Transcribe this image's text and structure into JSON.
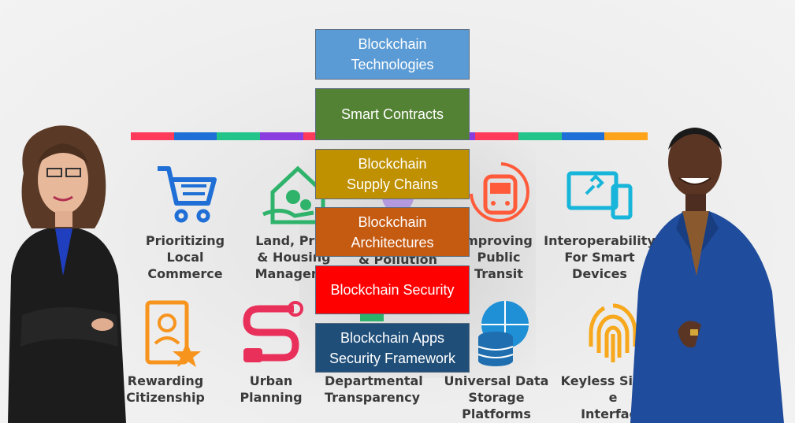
{
  "stripe_colors": [
    "#ff3b5c",
    "#1f6fd6",
    "#22c48a",
    "#8a3ee0",
    "#ff3b5c",
    "#1f6fd6",
    "#22c48a",
    "#8a3ee0",
    "#ff3b5c",
    "#22c48a",
    "#1f6fd6",
    "#ffa31a"
  ],
  "tiles": [
    {
      "label": "Prioritizing\nLocal\nCommerce",
      "icon": "shopping-cart-icon"
    },
    {
      "label": "Land, Prop\n& Housing\nManageme",
      "icon": "house-gears-icon"
    },
    {
      "label": "& Pollution",
      "icon": "pollution-icon"
    },
    {
      "label": "mproving\nPublic\nTransit",
      "icon": "train-icon"
    },
    {
      "label": "Interoperability\nFor Smart Devices",
      "icon": "devices-link-icon"
    },
    {
      "label": "Rewarding\nCitizenship",
      "icon": "citizen-badge-icon"
    },
    {
      "label": "Urban\nPlanning",
      "icon": "route-map-icon"
    },
    {
      "label": "Departmental\nTransparency",
      "icon": "documents-icon"
    },
    {
      "label": "Universal Data\nStorage Platforms",
      "icon": "database-globe-icon"
    },
    {
      "label": "Keyless Signat e\nInterface",
      "icon": "fingerprint-icon"
    }
  ],
  "boxes": [
    {
      "label": "Blockchain\nTechnologies",
      "color": "#5b9bd5"
    },
    {
      "label": "Smart Contracts",
      "color": "#548235"
    },
    {
      "label": "Blockchain\nSupply Chains",
      "color": "#bf9000"
    },
    {
      "label": "Blockchain\nArchitectures",
      "color": "#c55a11"
    },
    {
      "label": "Blockchain Security",
      "color": "#ff0000"
    },
    {
      "label": "Blockchain Apps\nSecurity Framework",
      "color": "#1f4e79"
    }
  ]
}
